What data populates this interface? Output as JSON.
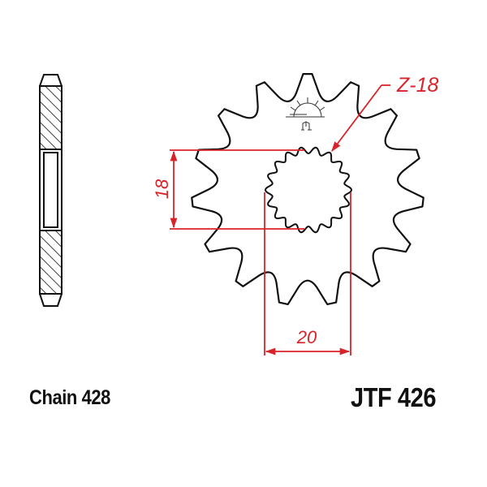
{
  "diagram": {
    "title": "Front sprocket technical drawing",
    "part_number": "JTF 426",
    "chain_label": "Chain 428",
    "teeth_label": "Z-18",
    "dimension_height": "18",
    "dimension_width": "20",
    "outer_teeth_count": 15,
    "spline_count": 18,
    "colors": {
      "outline": "#111111",
      "dimension": "#d9232a",
      "background": "#ffffff",
      "text": "#111111"
    }
  }
}
